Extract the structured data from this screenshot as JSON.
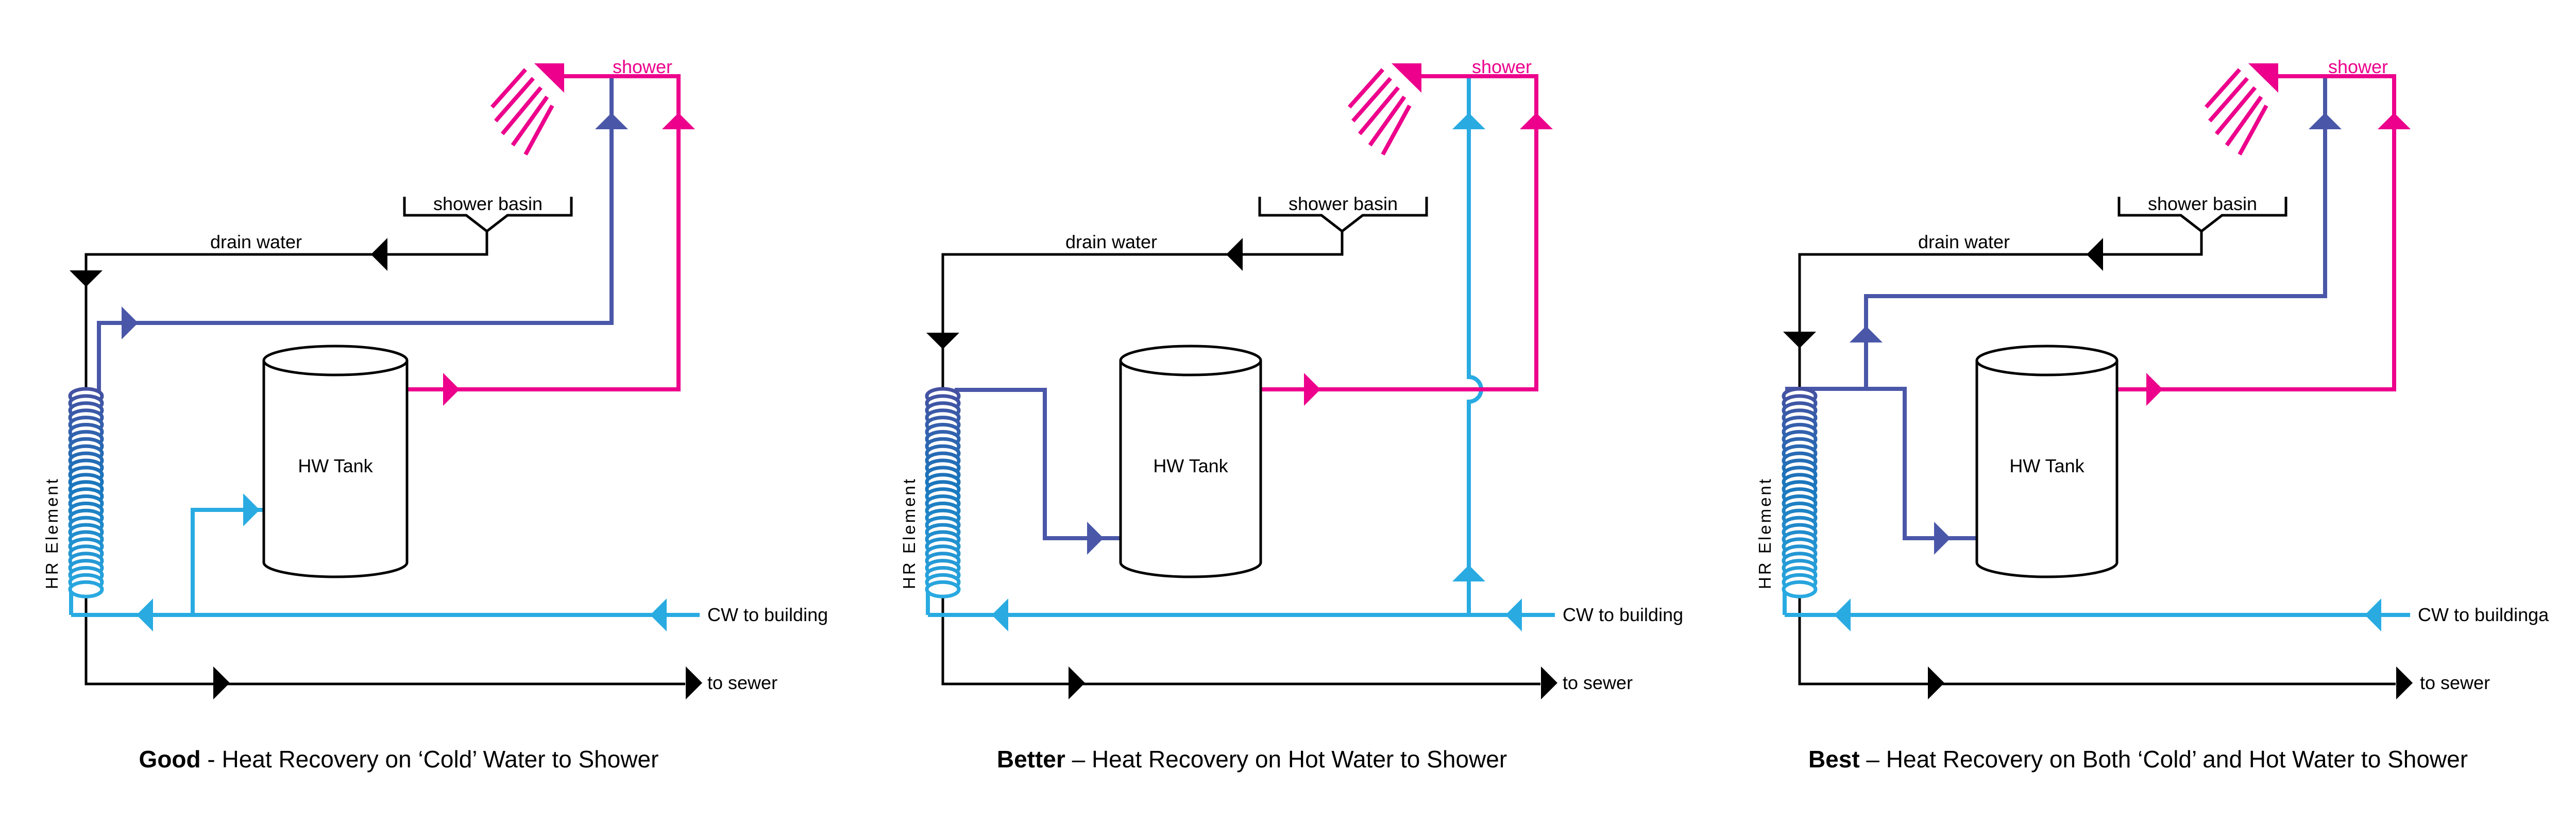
{
  "colors": {
    "hot_pink": "#EC008C",
    "preheat_blue": "#4A57A8",
    "cold_cyan": "#29ABE2",
    "coil_top": "#474FA0",
    "coil_mid": "#1B75BC",
    "coil_bottom": "#29ABE2",
    "line_black": "#000000"
  },
  "panels": [
    {
      "labels": {
        "shower": "shower",
        "shower_basin": "shower basin",
        "drain_water": "drain water",
        "hw_tank": "HW Tank",
        "hr_element": "HR Element",
        "cw": "CW to building",
        "sewer": "to sewer"
      },
      "caption_em": "Good",
      "caption_rest": " - Heat Recovery on ‘Cold’ Water to Shower"
    },
    {
      "labels": {
        "shower": "shower",
        "shower_basin": "shower basin",
        "drain_water": "drain water",
        "hw_tank": "HW Tank",
        "hr_element": "HR Element",
        "cw": "CW to building",
        "sewer": "to sewer"
      },
      "caption_em": "Better",
      "caption_rest": " – Heat Recovery on Hot Water to Shower"
    },
    {
      "labels": {
        "shower": "shower",
        "shower_basin": "shower basin",
        "drain_water": "drain water",
        "hw_tank": "HW Tank",
        "hr_element": "HR Element",
        "cw": "CW to buildinga",
        "sewer": "to sewer"
      },
      "caption_em": "Best",
      "caption_rest": " – Heat Recovery on Both ‘Cold’ and Hot Water to Shower"
    }
  ]
}
